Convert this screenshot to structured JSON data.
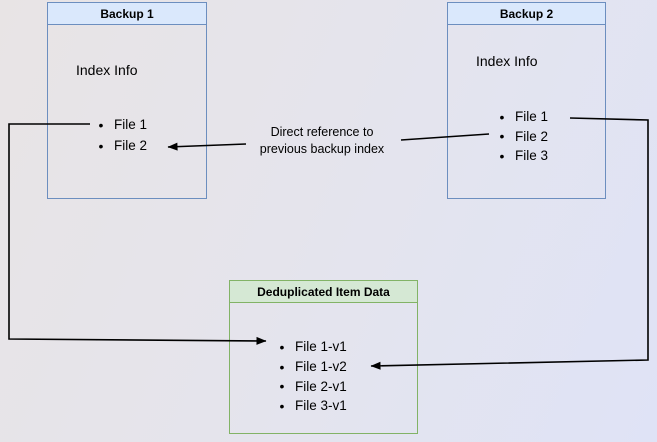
{
  "colors": {
    "blue_fill": "#dae8fc",
    "blue_border": "#6c8ebf",
    "green_fill": "#d5e8d4",
    "green_border": "#82b366",
    "line": "#000000",
    "bg_left": "#e8e4e5",
    "bg_right": "#dfe3f6"
  },
  "backup1": {
    "title": "Backup 1",
    "index_label": "Index Info",
    "files": [
      "File 1",
      "File 2"
    ]
  },
  "backup2": {
    "title": "Backup 2",
    "index_label": "Index Info",
    "files": [
      "File 1",
      "File 2",
      "File 3"
    ]
  },
  "dedup": {
    "title": "Deduplicated Item Data",
    "files": [
      "File 1-v1",
      "File 1-v2",
      "File 2-v1",
      "File 3-v1"
    ]
  },
  "annotation": {
    "line1": "Direct reference to",
    "line2": "previous backup index"
  },
  "connections": [
    {
      "from": "Backup 1 / File 1",
      "to": "Deduplicated Item Data / File 1-v1",
      "label": ""
    },
    {
      "from": "Backup 2 / File 1",
      "to": "Deduplicated Item Data / File 1-v2",
      "label": ""
    },
    {
      "from": "Backup 2 / File 2",
      "to": "Backup 1 / File 2",
      "label": "Direct reference to previous backup index"
    }
  ]
}
